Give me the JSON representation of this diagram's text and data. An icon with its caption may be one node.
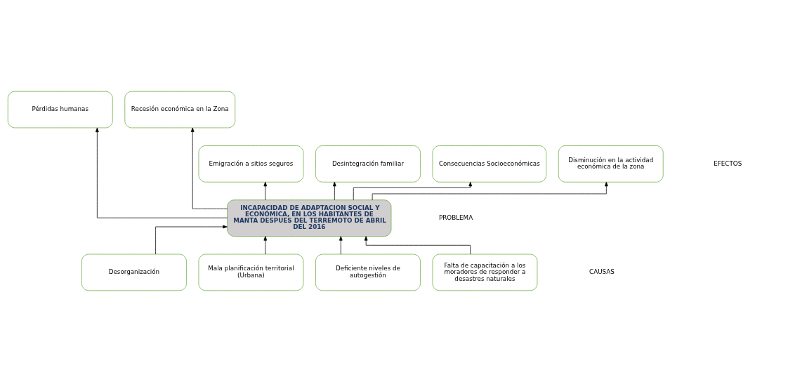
{
  "diagram": {
    "nodes": [
      {
        "text": [
          "Pérdidas humanas"
        ]
      },
      {
        "text": [
          "Recesión económica en la Zona"
        ]
      },
      {
        "text": [
          "Emigración a sitios seguros"
        ]
      },
      {
        "text": [
          "Desintegración familiar"
        ]
      },
      {
        "text": [
          "Consecuencias Socioeconómicas"
        ]
      },
      {
        "text": [
          "Disminución en la actividad económica de la zona"
        ]
      },
      {
        "text": [
          "INCAPACIDAD DE ADAPTACION SOCIAL Y ECONÓMICA, EN LOS HABITANTES DE MANTA DESPUES DEL TERREMOTO DE ABRIL DEL 2016"
        ]
      },
      {
        "text": [
          "Desorganización"
        ]
      },
      {
        "text": [
          "Mala planificación territorial (Urbana)"
        ]
      },
      {
        "text": [
          "Deficiente niveles de autogestión"
        ]
      },
      {
        "text": [
          "Falta de capacitación a los moradores de responder a desastres naturales"
        ]
      }
    ],
    "edges": [
      {
        "from": 6,
        "to": 0,
        "arrow": "to"
      },
      {
        "from": 6,
        "to": 1,
        "arrow": "to"
      },
      {
        "from": 6,
        "to": 2,
        "arrow": "to"
      },
      {
        "from": 6,
        "to": 3,
        "arrow": "to"
      },
      {
        "from": 6,
        "to": 4,
        "arrow": "to"
      },
      {
        "from": 6,
        "to": 5,
        "arrow": "to"
      },
      {
        "from": 7,
        "to": 6,
        "arrow": "to"
      },
      {
        "from": 8,
        "to": 6,
        "arrow": "to"
      },
      {
        "from": 9,
        "to": 6,
        "arrow": "to"
      },
      {
        "from": 10,
        "to": 6,
        "arrow": "to"
      }
    ],
    "labels": [
      "EFECTOS",
      "PROBLEMA",
      "CAUSAS"
    ]
  }
}
